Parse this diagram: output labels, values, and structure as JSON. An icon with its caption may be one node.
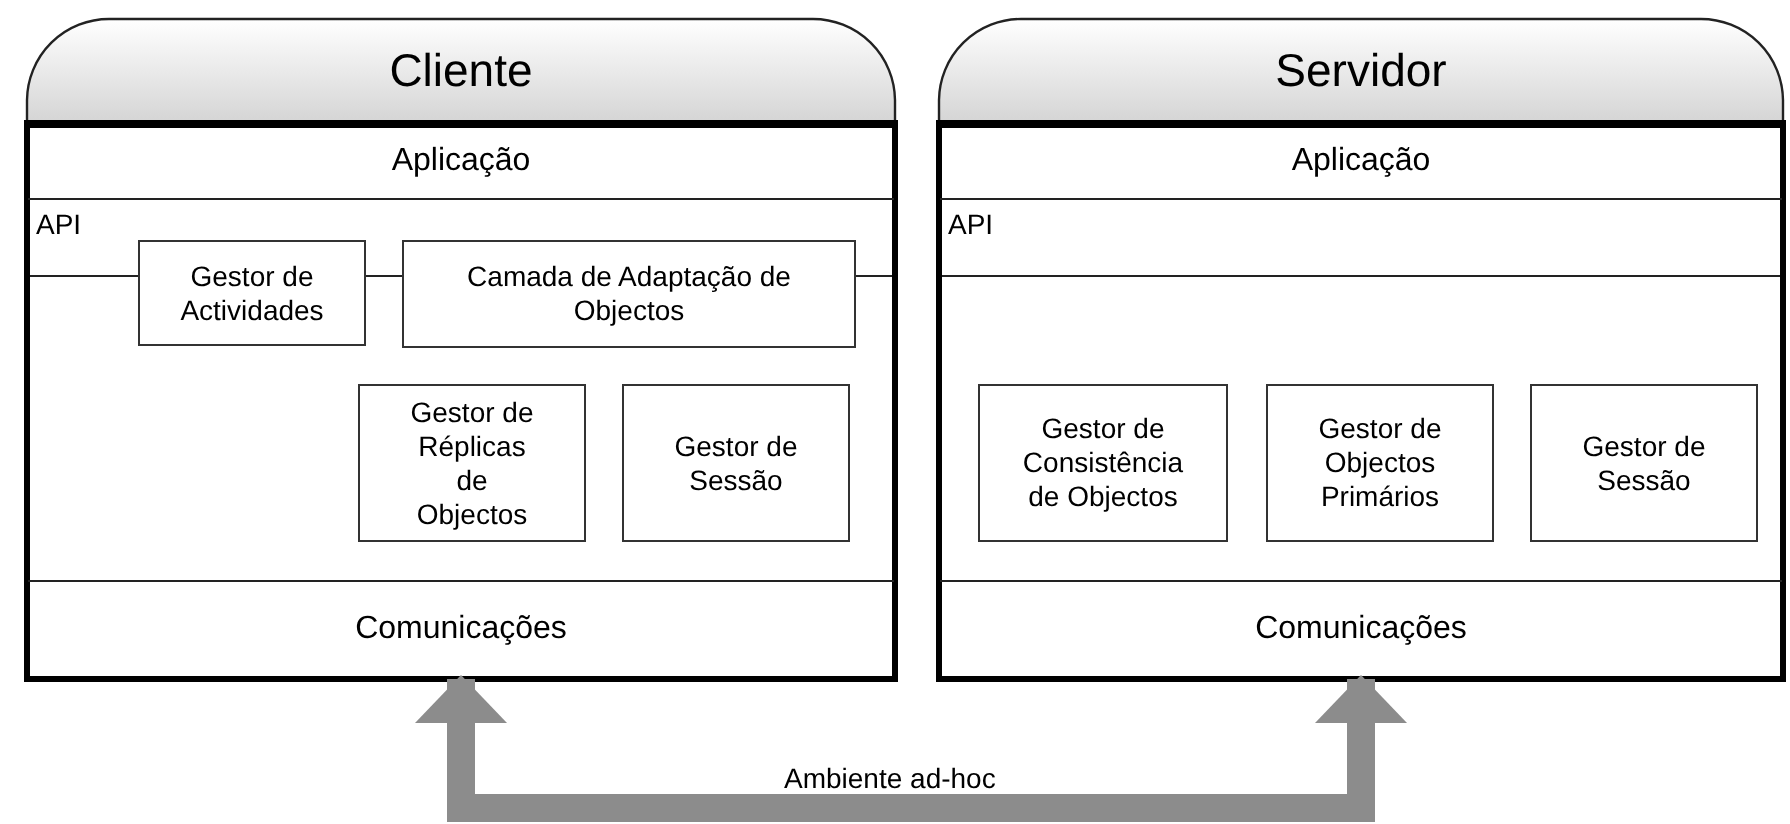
{
  "diagram": {
    "nodes": [
      {
        "text": [
          "Cliente"
        ]
      },
      {
        "text": [
          "Aplicação"
        ],
        "in": 0
      },
      {
        "text": [
          "Gestor de Actividades"
        ],
        "in": 0
      },
      {
        "text": [
          "Camada de Adaptação de Objectos"
        ],
        "in": 0
      },
      {
        "text": [
          "Gestor de Réplicas de Objectos"
        ],
        "in": 0
      },
      {
        "text": [
          "Gestor de Sessão"
        ],
        "in": 0
      },
      {
        "text": [
          "Comunicações"
        ],
        "in": 0
      },
      {
        "text": [
          "Servidor"
        ]
      },
      {
        "text": [
          "Aplicação"
        ],
        "in": 7
      },
      {
        "text": [
          "Gestor de Consistência de Objectos"
        ],
        "in": 7
      },
      {
        "text": [
          "Gestor de Objectos Primários"
        ],
        "in": 7
      },
      {
        "text": [
          "Gestor de Sessão"
        ],
        "in": 7
      },
      {
        "text": [
          "Comunicações"
        ],
        "in": 7
      }
    ],
    "edges": [
      {
        "from": 2,
        "to": 3,
        "arrow": "none"
      },
      {
        "from": 6,
        "to": 12,
        "arrow": "both",
        "label": "Ambiente ad-hoc",
        "style": "thick",
        "color": "#8c8c8c"
      }
    ],
    "labels": [
      "API",
      "API"
    ]
  }
}
